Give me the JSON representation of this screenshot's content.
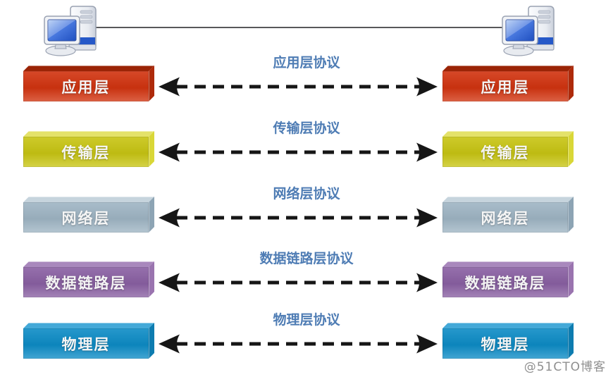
{
  "hosts": {
    "left": {
      "icon": "computer-icon"
    },
    "right": {
      "icon": "computer-icon"
    },
    "link_color": "#58585a"
  },
  "layers": [
    {
      "name": "应用层",
      "protocol_label": "应用层协议",
      "colors": {
        "face": "#d23410",
        "top": "#9a2406",
        "side": "#ae2a0a"
      }
    },
    {
      "name": "传输层",
      "protocol_label": "传输层协议",
      "colors": {
        "face": "#c8c513",
        "top": "#e4e26a",
        "side": "#d9d737"
      }
    },
    {
      "name": "网络层",
      "protocol_label": "网络层协议",
      "colors": {
        "face": "#9fb5c4",
        "top": "#c6d4dd",
        "side": "#8da4b4"
      }
    },
    {
      "name": "数据链路层",
      "protocol_label": "数据链路层协议",
      "colors": {
        "face": "#8a60a3",
        "top": "#a988bd",
        "side": "#9a74af"
      }
    },
    {
      "name": "物理层",
      "protocol_label": "物理层协议",
      "colors": {
        "face": "#0d8cc6",
        "top": "#44a9d8",
        "side": "#0d7cb0"
      }
    }
  ],
  "styles": {
    "protocol_label_color": "#4e7cb4",
    "arrow_color": "#161616",
    "bar_text_color": "#ffffff"
  },
  "watermark": {
    "text": "@51CTO博客",
    "color": "#8f8f8f"
  }
}
